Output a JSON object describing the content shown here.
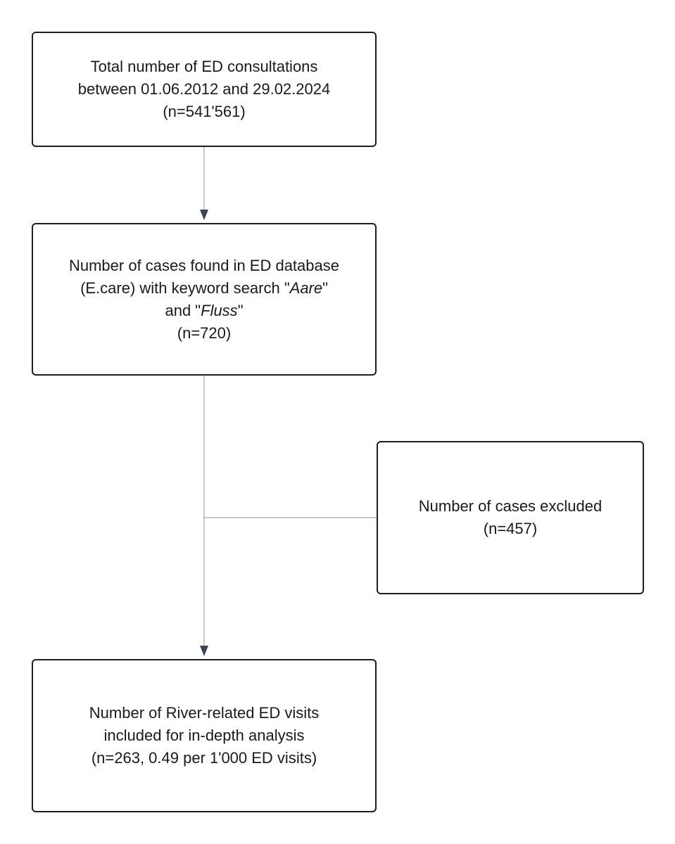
{
  "boxes": {
    "total": {
      "line1": "Total number of ED consultations",
      "line2": "between 01.06.2012 and 29.02.2024",
      "line3": "(n=541'561)"
    },
    "search": {
      "line1": "Number of cases found in ED database",
      "line2_prefix": "(E.care) with keyword search \"",
      "line2_keyword": "Aare",
      "line2_suffix": "\"",
      "line3_prefix": "and \"",
      "line3_keyword": "Fluss",
      "line3_suffix": "\"",
      "line4": "(n=720)"
    },
    "excluded": {
      "line1": "Number of cases excluded",
      "line2": "(n=457)"
    },
    "included": {
      "line1": "Number of River-related ED visits",
      "line2": "included for in-depth analysis",
      "line3": "(n=263, 0.49 per 1'000 ED visits)"
    }
  },
  "colors": {
    "border": "#1e1e1e",
    "connector": "#a6a6a6",
    "arrowhead": "#3d4552"
  }
}
